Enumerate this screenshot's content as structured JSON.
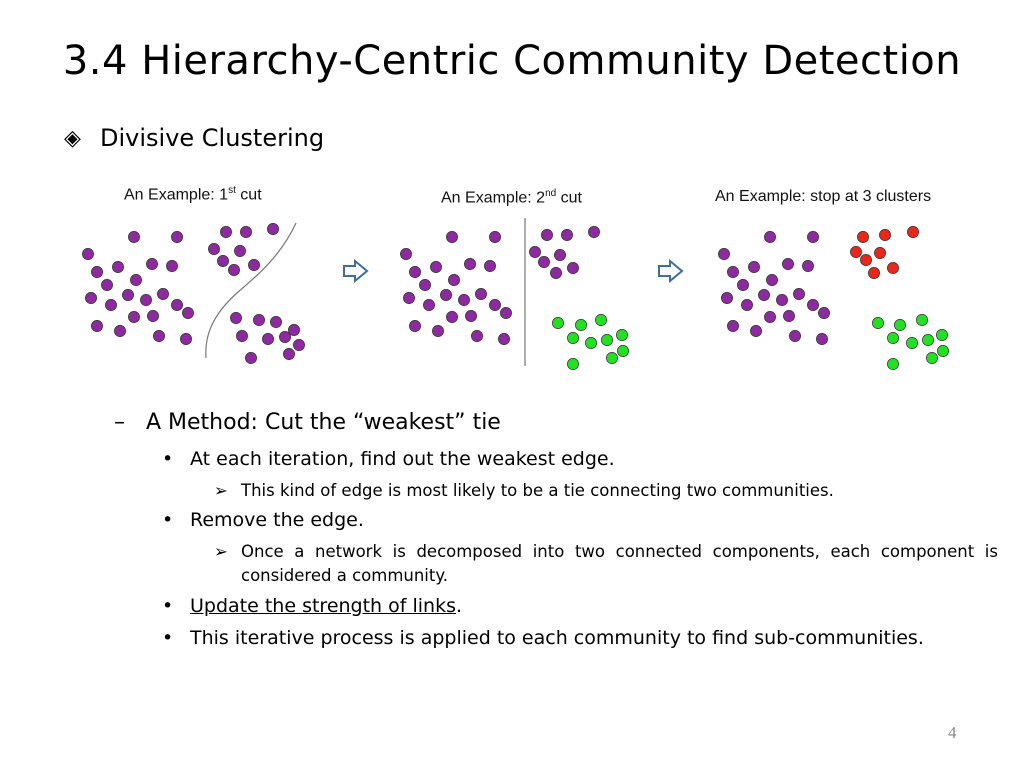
{
  "slide": {
    "title": "3.4 Hierarchy-Centric Community Detection",
    "page_number": "4"
  },
  "section": {
    "bullet_glyph": "◈",
    "heading": "Divisive Clustering"
  },
  "figure": {
    "panels": [
      {
        "label_prefix": "An Example: 1",
        "label_sup": "st",
        "label_suffix": " cut"
      },
      {
        "label_prefix": "An Example: 2",
        "label_sup": "nd",
        "label_suffix": " cut"
      },
      {
        "label_prefix": "An Example: stop at 3 clusters",
        "label_sup": "",
        "label_suffix": ""
      }
    ],
    "colors": {
      "purple_node": "#8e2a9f",
      "green_node": "#22e022",
      "red_node": "#e8261a",
      "arrow": "#3d6f9a",
      "divider": "#777777"
    }
  },
  "content": {
    "method_dash": "–",
    "method": "A Method: Cut the “weakest” tie",
    "items": [
      {
        "bullet": "•",
        "text": "At each iteration, find out the weakest edge."
      },
      {
        "arrow": "➢",
        "text": "This kind of edge is most likely to be a tie connecting two communities."
      },
      {
        "bullet": "•",
        "text": "Remove the edge."
      },
      {
        "arrow": "➢",
        "text": "Once a network is decomposed into two connected components, each component is considered a community."
      },
      {
        "bullet": "•",
        "text_underlined": "Update the strength of links",
        "text_after": "."
      },
      {
        "bullet": "•",
        "text": "This iterative process is applied to each community to find sub-communities."
      }
    ]
  }
}
